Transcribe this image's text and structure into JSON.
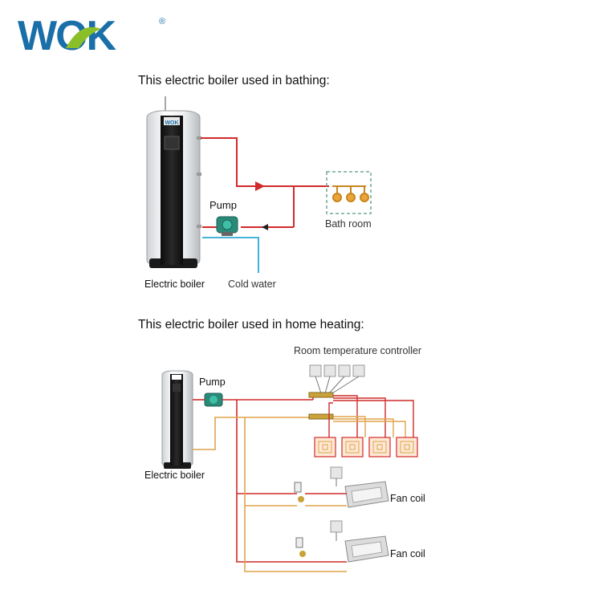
{
  "brand": {
    "logo_text": "WOK",
    "trademark": "®"
  },
  "section_bathing": {
    "heading": "This electric boiler used in bathing:",
    "labels": {
      "pump": "Pump",
      "bath_room": "Bath room",
      "electric_boiler": "Electric boiler",
      "cold_water": "Cold water"
    }
  },
  "section_heating": {
    "heading": "This electric boiler used in home heating:",
    "labels": {
      "room_controller": "Room temperature controller",
      "pump": "Pump",
      "electric_boiler": "Electric boiler",
      "fan_coil_1": "Fan coil",
      "fan_coil_2": "Fan coil"
    }
  },
  "colors": {
    "brand_blue": "#1a6fa8",
    "brand_green": "#8bbf2a",
    "hot_pipe": "#d12a2a",
    "return_pipe": "#e0a44a",
    "cold_pipe": "#2aa9d8",
    "dashed_box": "#6fa89a"
  }
}
